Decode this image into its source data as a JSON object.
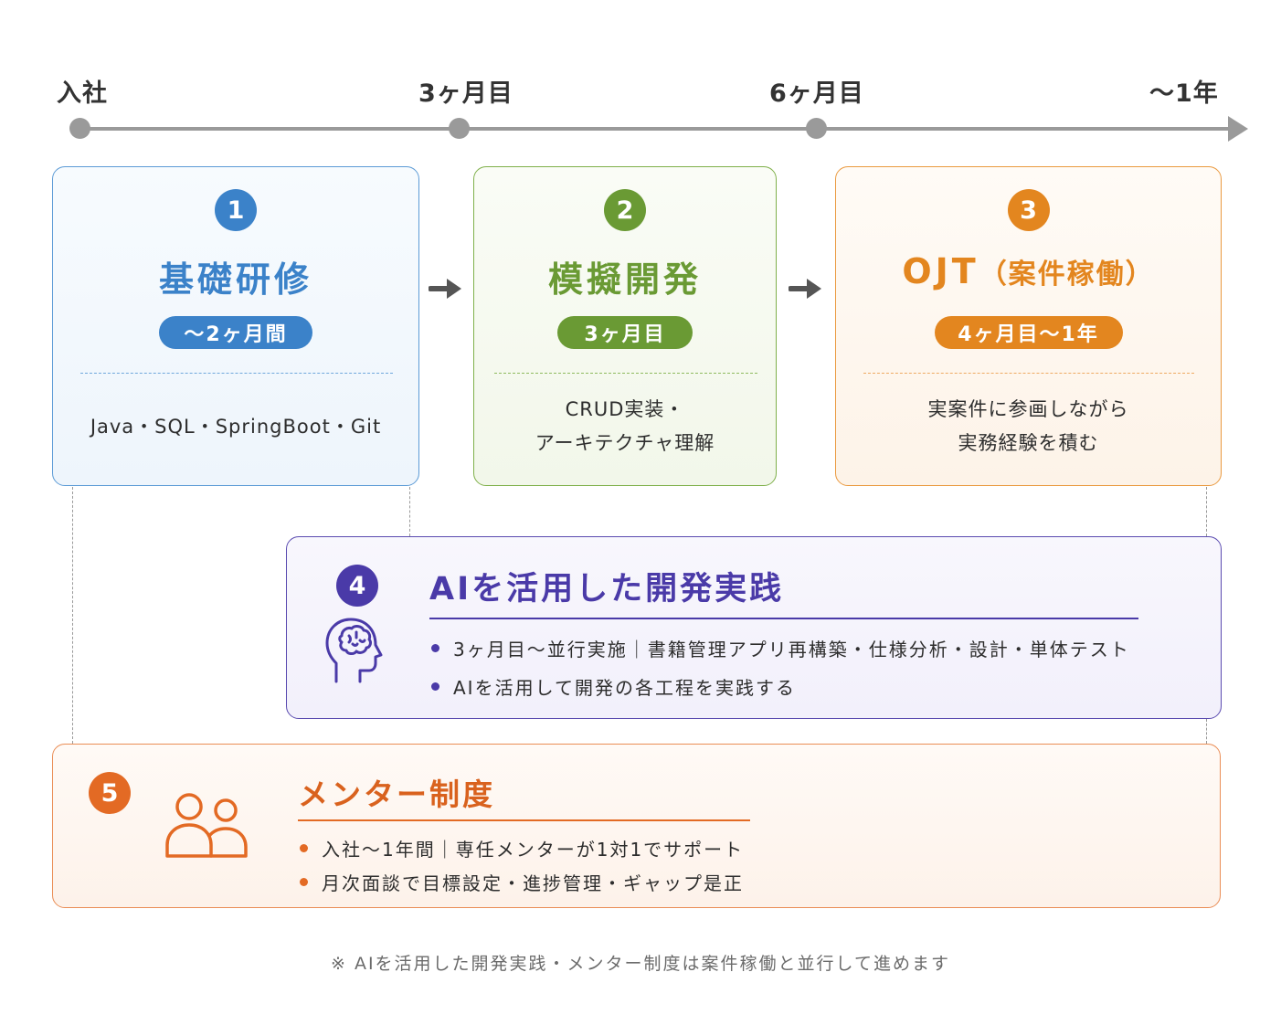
{
  "timeline": {
    "labels": [
      "入社",
      "3ヶ月目",
      "6ヶ月目",
      "〜1年"
    ]
  },
  "phases": [
    {
      "number": "1",
      "title": "基礎研修",
      "duration": "〜2ヶ月間",
      "description": [
        "Java・SQL・SpringBoot・Git"
      ],
      "color": "#3b82c9"
    },
    {
      "number": "2",
      "title": "模擬開発",
      "duration": "3ヶ月目",
      "description": [
        "CRUD実装・",
        "アーキテクチャ理解"
      ],
      "color": "#6a9a34"
    },
    {
      "number": "3",
      "title": "OJT",
      "title_paren": "（案件稼働）",
      "duration": "4ヶ月目〜1年",
      "description": [
        "実案件に参画しながら",
        "実務経験を積む"
      ],
      "color": "#e3861f"
    }
  ],
  "ai_practice": {
    "number": "4",
    "title": "AIを活用した開発実践",
    "icon": "brain-head-icon",
    "color": "#4a3aa8",
    "bullets": [
      "3ヶ月目〜並行実施｜書籍管理アプリ再構築・仕様分析・設計・単体テスト",
      "AIを活用して開発の各工程を実践する"
    ]
  },
  "mentor": {
    "number": "5",
    "title": "メンター制度",
    "icon": "people-icon",
    "color": "#e36a24",
    "bullets": [
      "入社〜1年間｜専任メンターが1対1でサポート",
      "月次面談で目標設定・進捗管理・ギャップ是正"
    ]
  },
  "footnote": "※ AIを活用した開発実践・メンター制度は案件稼働と並行して進めます"
}
